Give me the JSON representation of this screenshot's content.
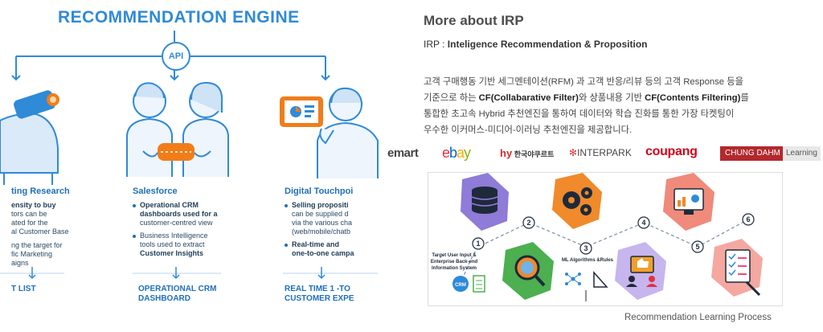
{
  "left_panel": {
    "title": "RECOMMENDATION ENGINE",
    "api_label": "API",
    "columns": [
      {
        "title": "ting Research",
        "lines": [
          "ensity to buy",
          "tors can be",
          "ated for the",
          "al Customer Base",
          "",
          "ng the target for",
          "fic Marketing",
          "aigns"
        ],
        "bottom": [
          "T LIST"
        ]
      },
      {
        "title": "Salesforce",
        "bullet1": [
          "Operational CRM",
          "dashboards used for a",
          "customer-centred view"
        ],
        "bullet2": [
          "Business Intelligence",
          "tools used to extract",
          "Customer Insights"
        ],
        "bottom": [
          "OPERATIONAL CRM",
          "DASHBOARD"
        ]
      },
      {
        "title": "Digital Touchpoi",
        "bullet1": [
          "Selling propositi",
          "can be supplied d",
          "via the various cha",
          "(web/mobile/chatb"
        ],
        "bullet2": [
          "Real-time and",
          "one-to-one campa"
        ],
        "bottom": [
          "REAL TIME 1 -TO",
          "CUSTOMER EXPE"
        ]
      }
    ]
  },
  "right_panel": {
    "title": "More about IRP",
    "irp_prefix": "IRP : ",
    "irp_full": "Inteligence Recommendation & Proposition",
    "kr_lines": [
      "고객 구매행동 기반 세그멘테이션(RFM) 과 고객 반응/리뷰 등의 고객 Response 등을",
      "기준으로 하는 ",
      "CF(Collabarative Filter)",
      "와 상품내용 기반 ",
      "CF(Contents Filtering)",
      "를",
      "통합한 초고속 Hybrid 추천엔진을 통하여 데이터와 학습 진화를 통한 가장 타켓팅이",
      "우수한 이커머스-미디어-이러닝 추천엔진을 제공합니다."
    ],
    "logos": [
      "emart",
      "ebay",
      "한국야쿠르트",
      "INTERPARK",
      "coupang",
      "CHUNG DAHM",
      "Learning"
    ],
    "logo_hy": "hy",
    "process": {
      "steps": [
        "1",
        "2",
        "3",
        "4",
        "5",
        "6"
      ],
      "label_left": [
        "Target User Input &",
        "Enterprise Back-end",
        "Information System"
      ],
      "label_mid": "ML Algorithms &Rules",
      "crm": "CRM"
    },
    "caption": "Recommendation Learning Process"
  },
  "colors": {
    "brand_blue": "#2f8ad8",
    "dark_blue": "#1f6fb8",
    "light_blue": "#b9d6f2",
    "orange": "#f07d1a",
    "chungdahm_red": "#b3282d"
  }
}
